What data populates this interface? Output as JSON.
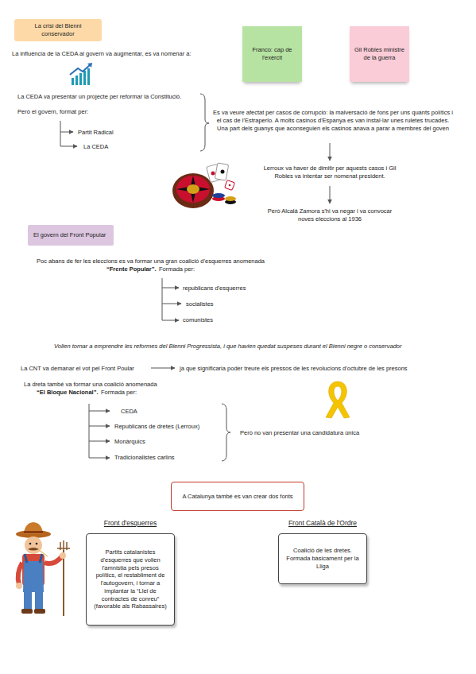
{
  "diagram": {
    "nodes": [
      {
        "text": [
          "La crisi del Bienni conservador"
        ]
      },
      {
        "text": [
          "Franco: cap de l'exèrcit"
        ]
      },
      {
        "text": [
          "Gil Robles ministre de la guerra"
        ]
      },
      {
        "text": [
          "El govern del Front Popular"
        ]
      },
      {
        "text": [
          "A Catalunya també es van crear dos fonts"
        ]
      },
      {
        "text": [
          "Front d'esquerres",
          "Partits catalanistes d'esquerres que volien l'amnistia pels presos polítics, el restabliment de l'autogovern, i tornar a implantar la “Llei de contractes de conreu” (favorable als Rabassaires)"
        ]
      },
      {
        "text": [
          "Front Català de l'Ordre",
          "Coalició de les dretes. Formada bàsicament per la Lliga"
        ]
      }
    ],
    "labels": [
      "La influència de la CEDA al govern va augmentar, es va nomenar a:",
      "La CEDA va presentar un projecte per reformar la Constitució.",
      "Però el govern, format per:",
      "Partit Radical",
      "La CEDA",
      "Es va veure afectat per casos de corrupció: la malversació de fons per uns quants polítics i el cas de l'Estraperlo. A molts casinos d'Espanya es van instal·lar unes ruletes trucades. Una part dels guanys que aconseguien els casinos anava a parar a membres del goven",
      "Lerroux va haver de dimitir per aquests casos i Gil Robles va intentar ser nomenat president.",
      "Però Alcalá Zamora s'hi va negar i va convocar noves eleccions al 1936",
      "Poc abans de fer les eleccions es va formar una gran coalició d'esquerres anomenada",
      "“Frente Popular”.",
      "Formada per:",
      "republicans d'esquerres",
      "socialistes",
      "comunistes",
      "Volien tornar a emprendre les reformes del Bienni Progressista, i que havien quedat suspeses durant el Bienni negre o conservador",
      "La CNT va demanar el vot pel Front Poular",
      "ja que significaria poder treure els pressos de les revolucions d'octubre de les presons",
      "La dreta també va formar una coalició anomenada",
      "“El Bloque Nacional”.",
      "Formada per:",
      "CEDA",
      "Republicans de dretes (Lerroux)",
      "Monàrquics",
      "Tradicionalistes carlins",
      "Però no van presentar una candidatura única"
    ]
  }
}
